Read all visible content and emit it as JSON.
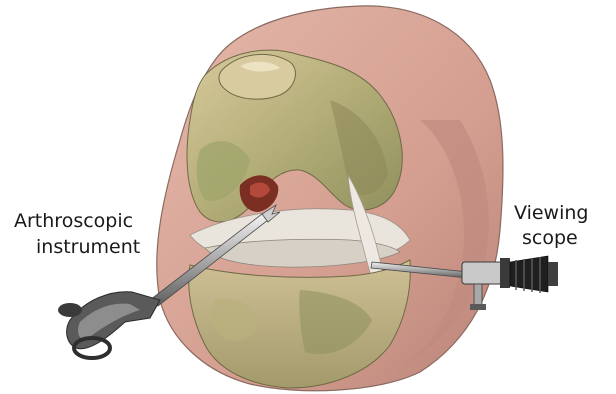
{
  "labels": {
    "left_instrument": {
      "line1": "Arthroscopic",
      "line2": "instrument"
    },
    "right_instrument": {
      "line1": "Viewing",
      "line2": "scope"
    }
  },
  "colors": {
    "skin": "#d9a99a",
    "skin_shadow": "#b98478",
    "bone": "#c9b98f",
    "bone_green": "#9fa56a",
    "cartilage": "#e9e4dc",
    "ligament": "#ede8e2",
    "metal": "#c8c8c8",
    "metal_dark": "#3a3a3a"
  }
}
